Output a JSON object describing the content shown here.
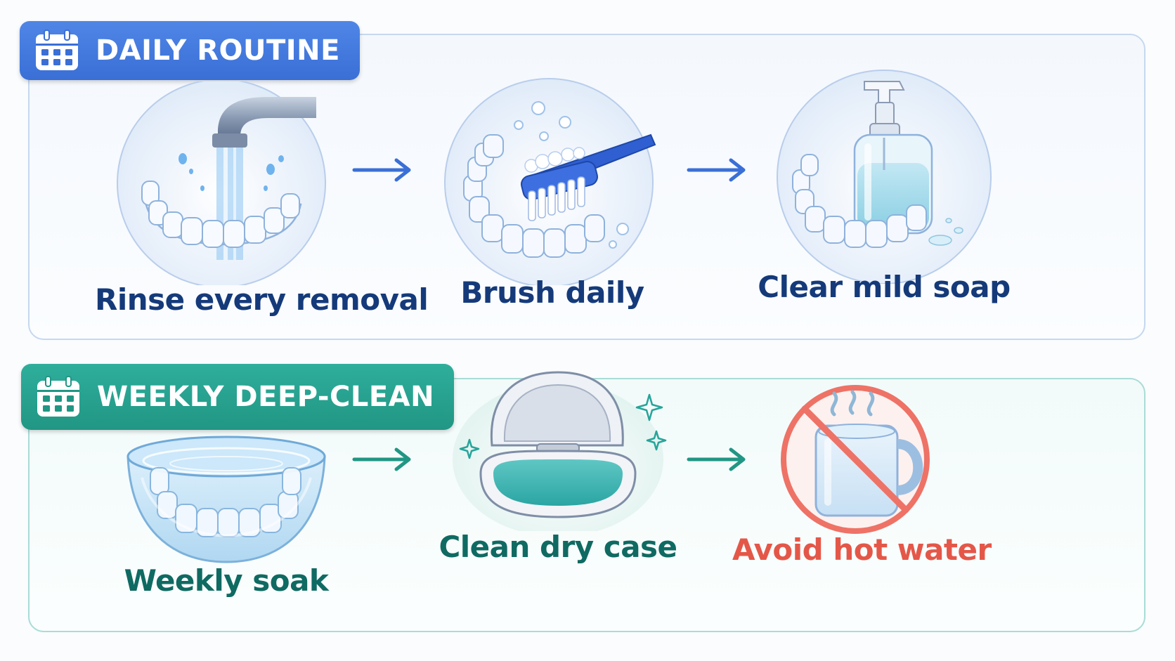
{
  "daily": {
    "title": "DAILY ROUTINE",
    "steps": [
      {
        "label": "Rinse every removal",
        "icon": "faucet-rinse-icon"
      },
      {
        "label": "Brush daily",
        "icon": "toothbrush-icon"
      },
      {
        "label": "Clear mild soap",
        "icon": "soap-dispenser-icon"
      }
    ]
  },
  "weekly": {
    "title": "WEEKLY DEEP-CLEAN",
    "steps": [
      {
        "label": "Weekly soak",
        "icon": "soak-bowl-icon"
      },
      {
        "label": "Clean dry case",
        "icon": "aligner-case-icon"
      },
      {
        "label": "Avoid hot water",
        "icon": "no-hot-water-icon"
      }
    ]
  },
  "colors": {
    "daily_accent": "#3a6fd6",
    "weekly_accent": "#219684",
    "daily_text": "#153a7a",
    "weekly_text": "#0f6a62",
    "warning": "#e45748"
  }
}
